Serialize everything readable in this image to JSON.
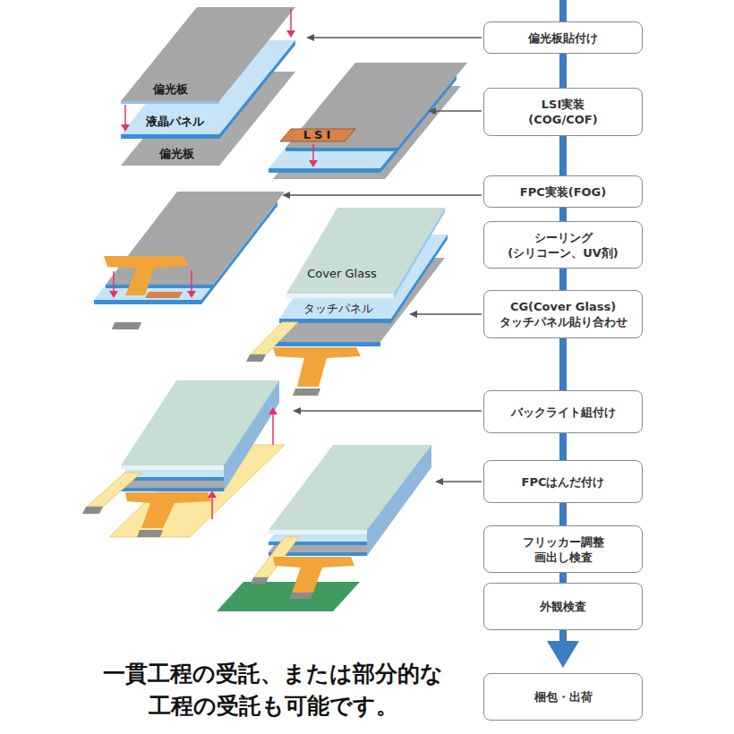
{
  "diagram": {
    "caption": "一貫工程の受託、または部分的な工程の受託も可能です。",
    "nodes": [
      {
        "text": [
          "偏光板貼付け"
        ]
      },
      {
        "text": [
          "LSI実装 (COG/COF)"
        ]
      },
      {
        "text": [
          "FPC実装(FOG)"
        ]
      },
      {
        "text": [
          "シーリング (シリコーン、UV剤)"
        ]
      },
      {
        "text": [
          "CG(Cover Glass) タッチパネル貼り合わせ"
        ]
      },
      {
        "text": [
          "バックライト組付け"
        ]
      },
      {
        "text": [
          "FPCはんだ付け"
        ]
      },
      {
        "text": [
          "フリッカー調整 画出し検査"
        ]
      },
      {
        "text": [
          "外観検査"
        ]
      },
      {
        "text": [
          "梱包・出荷"
        ]
      }
    ],
    "edges": [
      {
        "from": 0,
        "to": 1,
        "arrow": "none"
      },
      {
        "from": 1,
        "to": 2,
        "arrow": "none"
      },
      {
        "from": 2,
        "to": 3,
        "arrow": "none"
      },
      {
        "from": 3,
        "to": 4,
        "arrow": "none"
      },
      {
        "from": 4,
        "to": 5,
        "arrow": "none"
      },
      {
        "from": 5,
        "to": 6,
        "arrow": "none"
      },
      {
        "from": 6,
        "to": 7,
        "arrow": "none"
      },
      {
        "from": 7,
        "to": 8,
        "arrow": "none"
      },
      {
        "from": 8,
        "to": 9,
        "arrow": "to"
      }
    ],
    "labels": [
      "偏光板",
      "液晶パネル",
      "偏光板",
      "LSI",
      "Cover Glass",
      "タッチパネル"
    ]
  }
}
